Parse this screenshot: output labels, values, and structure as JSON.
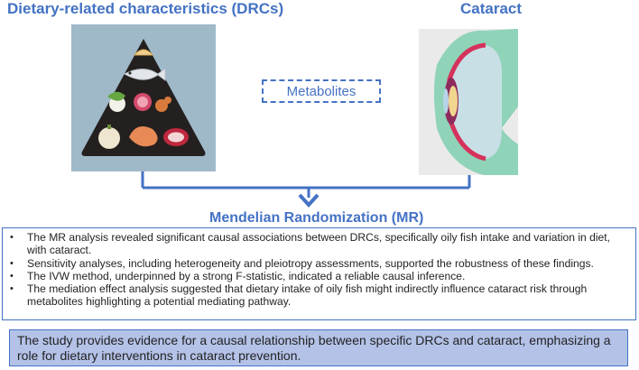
{
  "headers": {
    "drc_title": "Dietary-related characteristics (DRCs)",
    "cataract_title": "Cataract",
    "metabolites": "Metabolites",
    "mr_title": "Mendelian Randomization (MR)"
  },
  "findings": [
    "The MR analysis revealed significant causal associations between DRCs, specifically oily fish intake and variation in diet, with cataract.",
    "Sensitivity analyses, including heterogeneity and pleiotropy assessments, supported the robustness of these findings.",
    " The IVW method, underpinned by a strong F-statistic, indicated a reliable causal inference.",
    "The mediation effect analysis suggested that dietary intake of oily fish might indirectly influence cataract risk through metabolites highlighting a potential mediating pathway."
  ],
  "conclusion": "The study provides evidence for a causal relationship between specific DRCs and cataract, emphasizing a role for dietary interventions in cataract prevention.",
  "icons": {
    "pyramid": "food-pyramid-illustration",
    "eye": "eye-cross-section-illustration",
    "arrow": "down-arrow-icon"
  },
  "colors": {
    "accent": "#4472c4",
    "conclusion_fill": "#b4c2e8",
    "pyramid_bg": "#9fb9c9",
    "eye_green": "#8fd3b8",
    "eye_red": "#d5325c"
  }
}
